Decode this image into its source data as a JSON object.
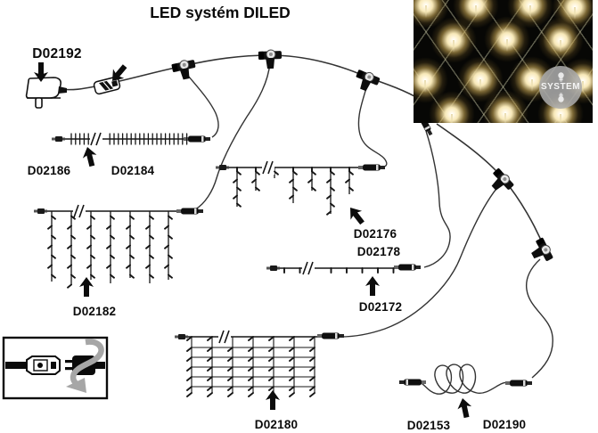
{
  "title": "LED systém DILED",
  "photo": {
    "watermark": "SYSTEM"
  },
  "labels": {
    "d02192": "D02192",
    "d02186": "D02186",
    "d02184": "D02184",
    "d02176": "D02176",
    "d02178": "D02178",
    "d02172": "D02172",
    "d02182": "D02182",
    "d02180": "D02180",
    "d02153": "D02153",
    "d02190": "D02190"
  },
  "colors": {
    "line": "#1c1c1c",
    "photo_bg": "#070705",
    "light_glow": "#f7e8b8",
    "watermark_gray": "#aaaaaa"
  }
}
